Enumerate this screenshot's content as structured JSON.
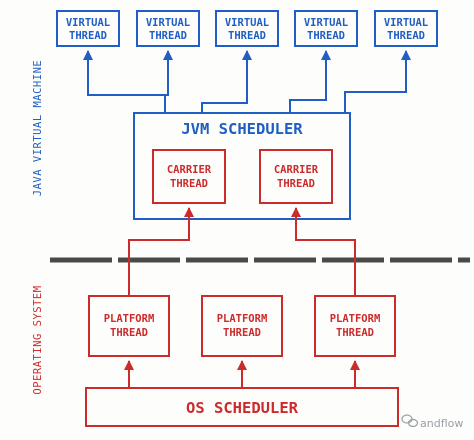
{
  "colors": {
    "blue": "#1f5fc4",
    "red": "#cc2b2b",
    "divider": "#4a4a4a",
    "watermark": "#9aa0a6"
  },
  "side_labels": {
    "jvm": "JAVA VIRTUAL MACHINE",
    "os": "OPERATING SYSTEM"
  },
  "virtual_threads": [
    {
      "line1": "VIRTUAL",
      "line2": "THREAD"
    },
    {
      "line1": "VIRTUAL",
      "line2": "THREAD"
    },
    {
      "line1": "VIRTUAL",
      "line2": "THREAD"
    },
    {
      "line1": "VIRTUAL",
      "line2": "THREAD"
    },
    {
      "line1": "VIRTUAL",
      "line2": "THREAD"
    }
  ],
  "jvm_scheduler": {
    "title": "JVM SCHEDULER"
  },
  "carrier_threads": [
    {
      "line1": "CARRIER",
      "line2": "THREAD"
    },
    {
      "line1": "CARRIER",
      "line2": "THREAD"
    }
  ],
  "platform_threads": [
    {
      "line1": "PLATFORM",
      "line2": "THREAD"
    },
    {
      "line1": "PLATFORM",
      "line2": "THREAD"
    },
    {
      "line1": "PLATFORM",
      "line2": "THREAD"
    }
  ],
  "os_scheduler": {
    "title": "OS SCHEDULER"
  },
  "watermark": {
    "text": "andflow",
    "icon": "chat-bubble-icon"
  }
}
